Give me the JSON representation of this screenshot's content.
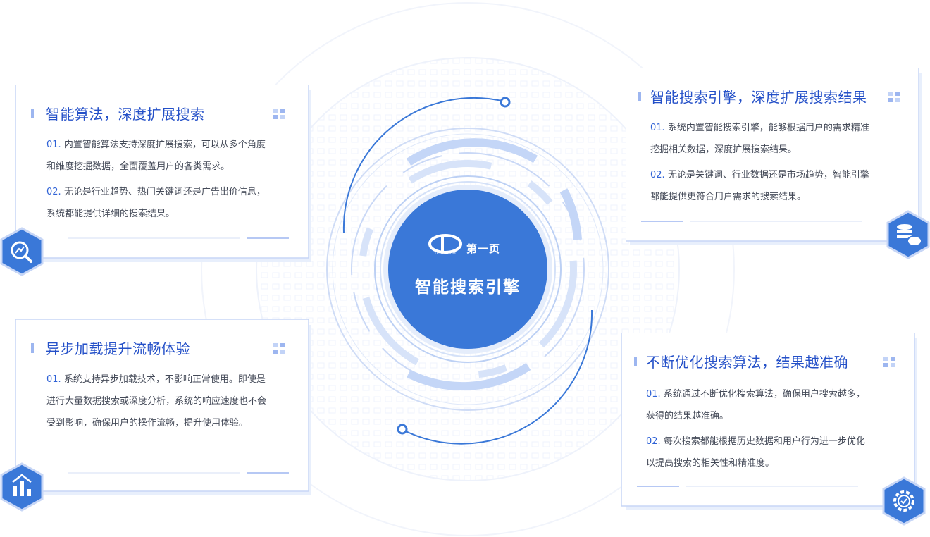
{
  "center": {
    "brand_name": "第一页",
    "logo_sub": "DIYIYE.COM",
    "title": "智能搜索引擎"
  },
  "cards": [
    {
      "title": "智能算法，深度扩展搜索",
      "icon": "trend-magnifier-icon",
      "items": [
        {
          "num": "01.",
          "lines": [
            "内置智能算法支持深度扩展搜索，可以从多个角度",
            "和维度挖掘数据，全面覆盖用户的各类需求。"
          ]
        },
        {
          "num": "02.",
          "lines": [
            "无论是行业趋势、热门关键词还是广告出价信息，",
            "系统都能提供详细的搜索结果。"
          ]
        }
      ]
    },
    {
      "title": "异步加载提升流畅体验",
      "icon": "bar-chart-icon",
      "items": [
        {
          "num": "01.",
          "lines": [
            "系统支持异步加载技术，不影响正常使用。即使是",
            "进行大量数据搜索或深度分析，系统的响应速度也不会",
            "受到影响，确保用户的操作流畅，提升使用体验。"
          ]
        }
      ]
    },
    {
      "title": "智能搜索引擎，深度扩展搜索结果",
      "icon": "database-cloud-icon",
      "items": [
        {
          "num": "01.",
          "lines": [
            "系统内置智能搜索引擎，能够根据用户的需求精准",
            "挖掘相关数据，深度扩展搜索结果。"
          ]
        },
        {
          "num": "02.",
          "lines": [
            "无论是关键词、行业数据还是市场趋势，智能引擎",
            "都能提供更符合用户需求的搜索结果。"
          ]
        }
      ]
    },
    {
      "title": "不断优化搜索算法，结果越准确",
      "icon": "gear-check-icon",
      "items": [
        {
          "num": "01.",
          "lines": [
            "系统通过不断优化搜索算法，确保用户搜索越多，",
            "获得的结果越准确。"
          ]
        },
        {
          "num": "02.",
          "lines": [
            "每次搜索都能根据历史数据和用户行为进一步优化",
            "以提高搜索的相关性和精准度。"
          ]
        }
      ]
    }
  ],
  "colors": {
    "accent": "#2f62d6",
    "center_fill": "#3a78d8",
    "card_border": "#c7d6f6",
    "hex_fill": "#3a78d8"
  }
}
